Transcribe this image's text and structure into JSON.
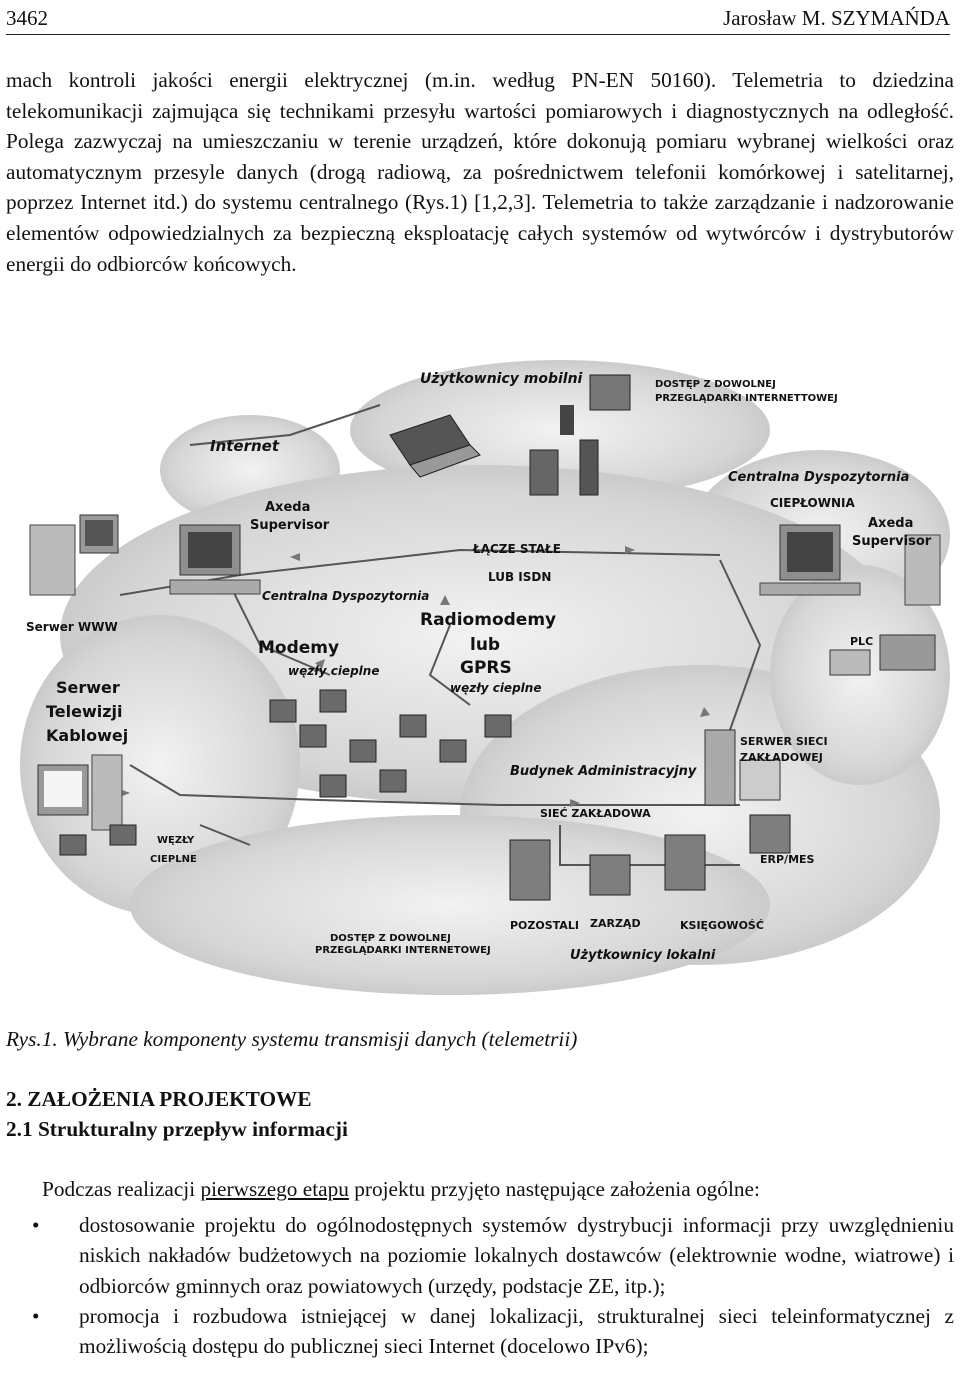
{
  "header": {
    "page_number": "3462",
    "author": "Jarosław M. SZYMAŃDA"
  },
  "body_paragraph": "mach kontroli jakości energii elektrycznej (m.in. według PN-EN 50160). Telemetria to dziedzina telekomunikacji zajmująca się technikami przesyłu wartości pomiarowych i diagnostycznych na odległość. Polega zazwyczaj na umieszczaniu w terenie urządzeń, które dokonują pomiaru wybranej wielkości oraz automatycznym przesyle danych (drogą radiową, za pośrednictwem telefonii komórkowej i satelitarnej, poprzez Internet itd.) do systemu centralnego (Rys.1) [1,2,3]. Telemetria to także zarządzanie i nadzorowanie elementów odpowiedzialnych za bezpieczną eksploatację całych systemów od wytwórców i dystrybutorów energii do odbiorców końcowych.",
  "figure": {
    "labels": {
      "mobile_users": "Użytkownicy mobilni",
      "browser_access_top_1": "DOSTĘP Z DOWOLNEJ",
      "browser_access_top_2": "PRZEGLĄDARKI INTERNETTOWEJ",
      "internet": "Internet",
      "axeda_left_1": "Axeda",
      "axeda_left_2": "Supervisor",
      "central_dispatch_right": "Centralna Dyspozytornia",
      "heating_plant": "CIEPŁOWNIA",
      "axeda_right_1": "Axeda",
      "axeda_right_2": "Supervisor",
      "fixed_link_1": "ŁĄCZE STAŁE",
      "fixed_link_2": "LUB ISDN",
      "server_www": "Serwer WWW",
      "central_dispatch_left": "Centralna Dyspozytornia",
      "radiomodems_1": "Radiomodemy",
      "radiomodems_2": "lub",
      "radiomodems_3": "GPRS",
      "radiomodems_4": "węzły cieplne",
      "modems_1": "Modemy",
      "modems_2": "węzły cieplne",
      "plc": "PLC",
      "cable_tv_1": "Serwer",
      "cable_tv_2": "Telewizji",
      "cable_tv_3": "Kablowej",
      "factory_server_1": "SERWER SIECI",
      "factory_server_2": "ZAKŁADOWEJ",
      "admin_building": "Budynek Administracyjny",
      "factory_network": "SIEĆ ZAKŁADOWA",
      "heat_nodes_1": "WĘZŁY",
      "heat_nodes_2": "CIEPLNE",
      "erp": "ERP/MES",
      "others": "POZOSTALI",
      "board": "ZARZĄD",
      "accounting": "KSIĘGOWOŚĆ",
      "browser_access_bottom_1": "DOSTĘP Z DOWOLNEJ",
      "browser_access_bottom_2": "PRZEGLĄDARKI INTERNETOWEJ",
      "local_users": "Użytkownicy lokalni"
    }
  },
  "caption": "Rys.1. Wybrane komponenty systemu transmisji danych (telemetrii)",
  "section_heading": "2. ZAŁOŻENIA PROJEKTOWE",
  "subsection_heading": "2.1 Strukturalny przepływ informacji",
  "intro": {
    "before": "Podczas realizacji ",
    "underlined": "pierwszego etapu",
    "after": " projektu przyjęto następujące założenia ogólne:"
  },
  "bullets": [
    "dostosowanie projektu do ogólnodostępnych systemów dystrybucji informacji przy uwzględnieniu niskich nakładów budżetowych na poziomie lokalnych dostawców (elektrownie wodne, wiatrowe) i odbiorców gminnych oraz powiatowych (urzędy, podstacje ZE, itp.);",
    "promocja i rozbudowa istniejącej w danej lokalizacji, strukturalnej sieci teleinformatycznej z możliwością dostępu do publicznej sieci Internet (docelowo IPv6);"
  ],
  "bullet_symbol": "•",
  "colors": {
    "cloud": "#d9d9d9",
    "device": "#9a9a9a",
    "device_dark": "#3a3a3a",
    "text": "#111111"
  }
}
